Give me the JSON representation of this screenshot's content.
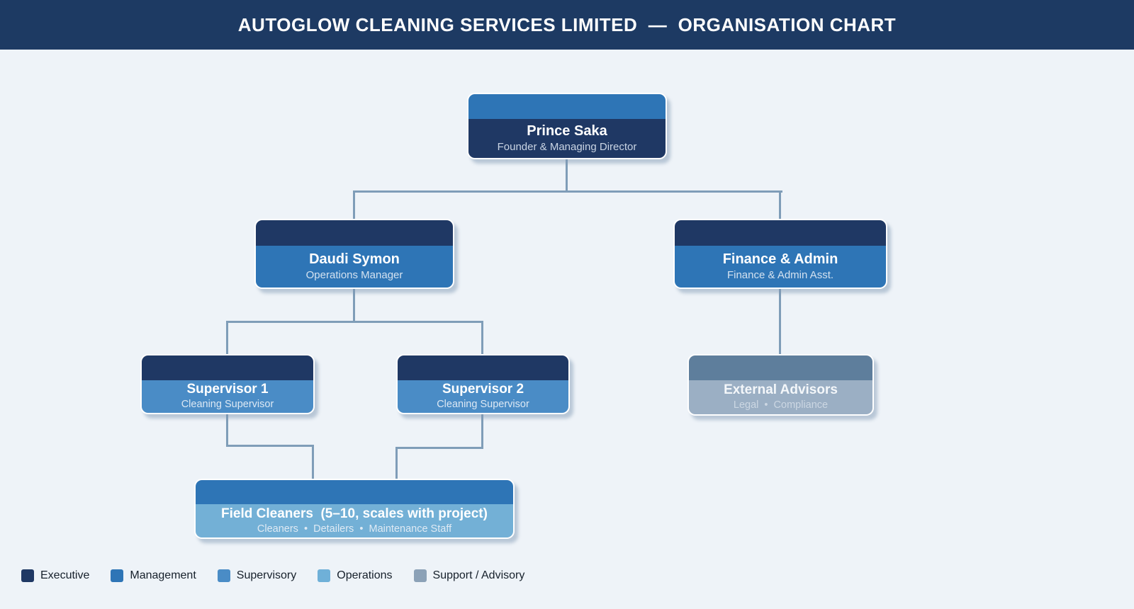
{
  "header": {
    "title": "AUTOGLOW CLEANING SERVICES LIMITED  —  ORGANISATION CHART"
  },
  "chart": {
    "type": "organisation-chart",
    "nodes": {
      "founder": {
        "title": "Prince Saka",
        "subtitle": "Founder & Managing Director",
        "level": "Executive"
      },
      "ops_manager": {
        "title": "Daudi Symon",
        "subtitle": "Operations Manager",
        "level": "Management"
      },
      "finance_admin": {
        "title": "Finance & Admin",
        "subtitle": "Finance & Admin Asst.",
        "level": "Management"
      },
      "supervisor1": {
        "title": "Supervisor 1",
        "subtitle": "Cleaning Supervisor",
        "level": "Supervisory"
      },
      "supervisor2": {
        "title": "Supervisor 2",
        "subtitle": "Cleaning Supervisor",
        "level": "Supervisory"
      },
      "external": {
        "title": "External Advisors",
        "subtitle": "Legal  •  Compliance",
        "level": "Support / Advisory"
      },
      "field_cleaners": {
        "title": "Field Cleaners  (5–10, scales with project)",
        "subtitle": "Cleaners  •  Detailers  •  Maintenance Staff",
        "level": "Operations"
      }
    },
    "edges": [
      [
        "founder",
        "ops_manager"
      ],
      [
        "founder",
        "finance_admin"
      ],
      [
        "ops_manager",
        "supervisor1"
      ],
      [
        "ops_manager",
        "supervisor2"
      ],
      [
        "finance_admin",
        "external"
      ],
      [
        "supervisor1",
        "field_cleaners"
      ],
      [
        "supervisor2",
        "field_cleaners"
      ]
    ]
  },
  "legend": {
    "items": [
      {
        "label": "Executive",
        "color": "#1f3864"
      },
      {
        "label": "Management",
        "color": "#2e75b6"
      },
      {
        "label": "Supervisory",
        "color": "#4a8cc6"
      },
      {
        "label": "Operations",
        "color": "#6fb0d8"
      },
      {
        "label": "Support / Advisory",
        "color": "#8ba1b7"
      }
    ]
  },
  "colors": {
    "header_bg": "#1d3a63",
    "page_bg": "#eef3f8",
    "connector": "#7f9db8",
    "node_border": "#ffffff"
  }
}
